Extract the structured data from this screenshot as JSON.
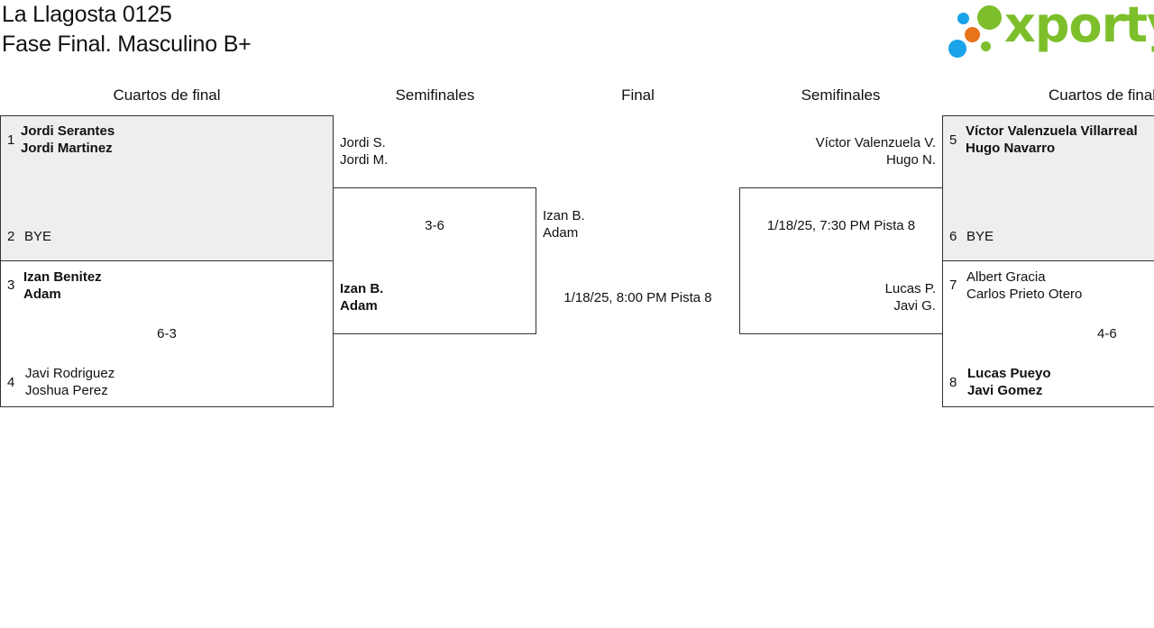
{
  "header": {
    "title": "La Llagosta 0125",
    "subtitle": "Fase Final. Masculino B+"
  },
  "logo": {
    "text": "xporty",
    "colors": {
      "green": "#7cbf2a",
      "blue": "#1aa3e8",
      "orange": "#e8731a"
    }
  },
  "columns": {
    "qf_left": "Cuartos de final",
    "sf_left": "Semifinales",
    "final": "Final",
    "sf_right": "Semifinales",
    "qf_right": "Cuartos de final"
  },
  "quarterfinals_left": [
    {
      "seed_a": "1",
      "team_a": [
        "Jordi Serantes",
        "Jordi Martinez"
      ],
      "seed_b": "2",
      "team_b": [
        "BYE"
      ],
      "score": ""
    },
    {
      "seed_a": "3",
      "team_a": [
        "Izan Benitez",
        "Adam"
      ],
      "seed_b": "4",
      "team_b": [
        "Javi Rodriguez",
        "Joshua Perez"
      ],
      "score": "6-3"
    }
  ],
  "semifinal_left": {
    "team_a": [
      "Jordi S.",
      "Jordi M."
    ],
    "score": "3-6",
    "team_b": [
      "Izan B.",
      "Adam"
    ]
  },
  "final": {
    "team_a": [
      "Izan B.",
      "Adam"
    ],
    "schedule": "1/18/25, 8:00 PM Pista 8"
  },
  "semifinal_right": {
    "team_a": [
      "Víctor Valenzuela V.",
      "Hugo N."
    ],
    "schedule": "1/18/25, 7:30 PM Pista 8",
    "team_b": [
      "Lucas P.",
      "Javi G."
    ]
  },
  "quarterfinals_right": [
    {
      "seed_a": "5",
      "team_a": [
        "Víctor Valenzuela Villarreal",
        "Hugo Navarro"
      ],
      "seed_b": "6",
      "team_b": [
        "BYE"
      ],
      "score": ""
    },
    {
      "seed_a": "7",
      "team_a": [
        "Albert Gracia",
        "Carlos Prieto Otero"
      ],
      "seed_b": "8",
      "team_b": [
        "Lucas Pueyo",
        "Javi Gomez"
      ],
      "score": "4-6"
    }
  ]
}
